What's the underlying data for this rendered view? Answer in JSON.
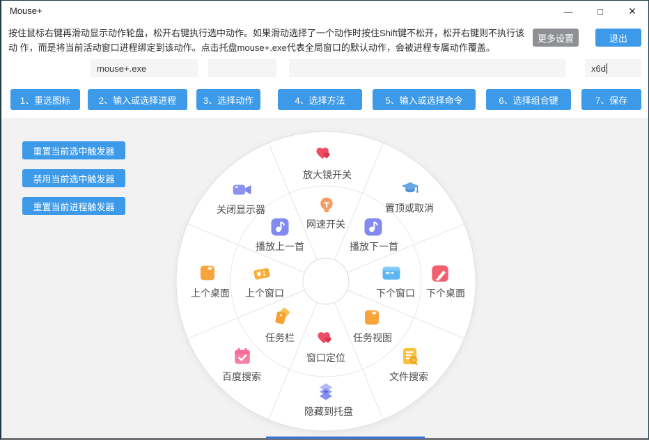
{
  "window": {
    "title": "Mouse+",
    "controls": {
      "minimize": "—",
      "maximize": "□",
      "close": "×"
    }
  },
  "header": {
    "description_lines": [
      "按住鼠标右键再滑动显示动作轮盘，松开右键执行选中动作。如果滑动选择了一个动作时按住Shift键不松开，松开右键则不执行该动",
      "作，而是将当前活动窗口进程绑定到该动作。点击托盘mouse+.exe代表全局窗口的默认动作，会被进程专属动作覆盖。"
    ],
    "more_settings_label": "更多设置",
    "exit_label": "退出"
  },
  "form": {
    "process_input": {
      "value": "mouse+.exe"
    },
    "action_input": {
      "value": ""
    },
    "command_input": {
      "value": ""
    },
    "hotkey_input": {
      "value": "x6d"
    }
  },
  "steps": [
    {
      "label": "1、重选图标"
    },
    {
      "label": "2、输入或选择进程"
    },
    {
      "label": "3、选择动作"
    },
    {
      "label": "4、选择方法"
    },
    {
      "label": "5、输入或选择命令"
    },
    {
      "label": "6、选择组合键"
    },
    {
      "label": "7、保存"
    }
  ],
  "trigger_buttons": [
    {
      "label": "重置当前选中触发器"
    },
    {
      "label": "禁用当前选中触发器"
    },
    {
      "label": "重置当前进程触发器"
    }
  ],
  "wheel": {
    "outer_ring": [
      {
        "id": "magnifier-toggle",
        "label": "放大镜开关",
        "icon": "hearts-icon",
        "dir": "N"
      },
      {
        "id": "pin-on-top",
        "label": "置顶或取消",
        "icon": "graduation-cap-icon",
        "dir": "NE"
      },
      {
        "id": "next-desktop",
        "label": "下个桌面",
        "icon": "pencil-icon",
        "dir": "E"
      },
      {
        "id": "file-search",
        "label": "文件搜索",
        "icon": "document-search-icon",
        "dir": "SE"
      },
      {
        "id": "hide-to-tray",
        "label": "隐藏到托盘",
        "icon": "layers-icon",
        "dir": "S"
      },
      {
        "id": "baidu-search",
        "label": "百度搜索",
        "icon": "calendar-check-icon",
        "dir": "SW"
      },
      {
        "id": "prev-desktop",
        "label": "上个桌面",
        "icon": "bag-icon",
        "dir": "W"
      },
      {
        "id": "close-display",
        "label": "关闭显示器",
        "icon": "video-camera-icon",
        "dir": "NW"
      }
    ],
    "inner_ring": [
      {
        "id": "net-speed-toggle",
        "label": "网速开关",
        "icon": "bulb-icon",
        "dir": "N"
      },
      {
        "id": "play-next",
        "label": "播放下一首",
        "icon": "music-note-icon",
        "dir": "NE"
      },
      {
        "id": "next-window",
        "label": "下个窗口",
        "icon": "window-icon",
        "dir": "E"
      },
      {
        "id": "task-view",
        "label": "任务视图",
        "icon": "bag-icon",
        "dir": "SE"
      },
      {
        "id": "window-position",
        "label": "窗口定位",
        "icon": "hearts-icon",
        "dir": "S"
      },
      {
        "id": "taskbar",
        "label": "任务栏",
        "icon": "tags-icon",
        "dir": "SW"
      },
      {
        "id": "prev-window",
        "label": "上个窗口",
        "icon": "ticket-icon",
        "dir": "W"
      },
      {
        "id": "play-prev",
        "label": "播放上一首",
        "icon": "music-note-icon",
        "dir": "NW"
      }
    ]
  },
  "colors": {
    "primary_blue": "#3d9ae8",
    "secondary_gray": "#8e9094",
    "panel_gray": "#f2f2f2",
    "window_border": "#1c3a46"
  }
}
